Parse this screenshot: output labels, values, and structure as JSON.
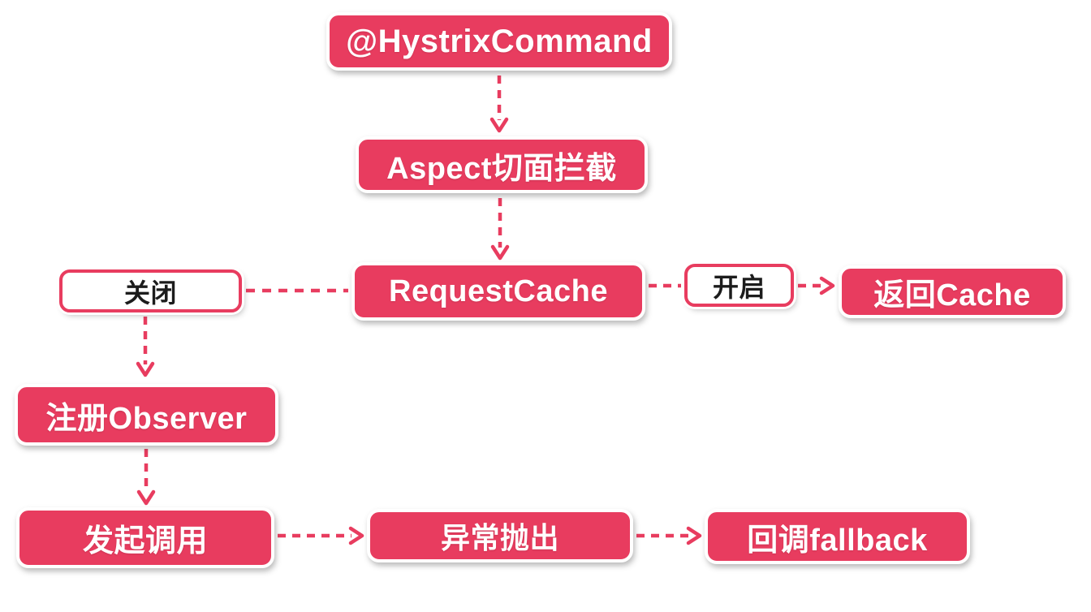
{
  "diagram": {
    "accent_color": "#e83c5f",
    "nodes": {
      "hystrix_command": {
        "label": "@HystrixCommand",
        "style": "pink"
      },
      "aspect_intercept": {
        "label": "Aspect切面拦截",
        "style": "pink"
      },
      "request_cache": {
        "label": "RequestCache",
        "style": "pink"
      },
      "cache_off": {
        "label": "关闭",
        "style": "white"
      },
      "cache_on": {
        "label": "开启",
        "style": "white"
      },
      "return_cache": {
        "label": "返回Cache",
        "style": "pink"
      },
      "register_observer": {
        "label": "注册Observer",
        "style": "pink"
      },
      "invoke_call": {
        "label": "发起调用",
        "style": "pink"
      },
      "exception_thrown": {
        "label": "异常抛出",
        "style": "pink"
      },
      "fallback_callback": {
        "label": "回调fallback",
        "style": "pink"
      }
    },
    "edges": [
      {
        "from": "hystrix_command",
        "to": "aspect_intercept",
        "arrow": true
      },
      {
        "from": "aspect_intercept",
        "to": "request_cache",
        "arrow": true
      },
      {
        "from": "cache_off",
        "to": "request_cache",
        "arrow": false
      },
      {
        "from": "request_cache",
        "to": "cache_on",
        "arrow": false
      },
      {
        "from": "cache_on",
        "to": "return_cache",
        "arrow": true
      },
      {
        "from": "cache_off",
        "to": "register_observer",
        "arrow": true
      },
      {
        "from": "register_observer",
        "to": "invoke_call",
        "arrow": true
      },
      {
        "from": "invoke_call",
        "to": "exception_thrown",
        "arrow": true
      },
      {
        "from": "exception_thrown",
        "to": "fallback_callback",
        "arrow": true
      }
    ]
  }
}
